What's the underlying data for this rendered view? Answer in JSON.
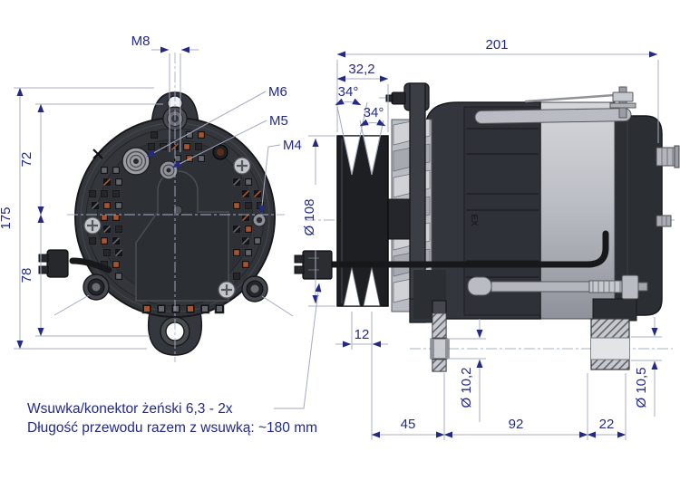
{
  "drawing": {
    "type": "alternator-technical-drawing",
    "views": {
      "front": {
        "dims": {
          "thread_top": "M8",
          "terminal_1": "M6",
          "terminal_2": "M5",
          "terminal_3": "M4",
          "overall_height": "175",
          "upper_height": "72",
          "lower_height": "78"
        }
      },
      "side": {
        "dims": {
          "overall_length": "201",
          "pulley_width": "32,2",
          "groove_angle_outer": "34°",
          "groove_angle_inner": "34°",
          "pulley_diameter": "Ø 108",
          "groove_spacing": "12",
          "front_offset": "45",
          "mount_span": "92",
          "boss_width": "22",
          "front_mount_hole": "Ø 10,2",
          "rear_mount_hole": "Ø 10,5"
        },
        "body_marking": "EX"
      }
    },
    "notes": {
      "line1": "Wsuwka/konektor żeński 6,3 - 2x",
      "line2": "Długość przewodu razem z wsuwką: ~180 mm"
    },
    "colors": {
      "dimension_text": "#232a85",
      "dimension_line": "#a9aec6",
      "body_dark": "#2e3136",
      "metal_light": "#c6c9ce",
      "copper_accent": "#a8542c",
      "background": "#ffffff",
      "vent_palette": [
        "#131417",
        "#63666c",
        "#24262a",
        "#a8542c"
      ]
    }
  }
}
